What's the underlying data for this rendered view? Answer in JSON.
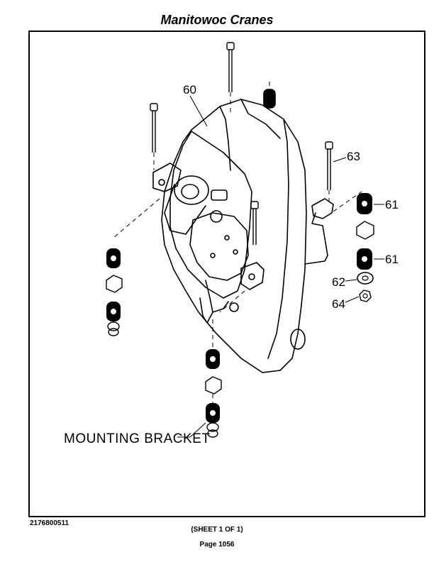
{
  "header": {
    "title": "Manitowoc Cranes"
  },
  "diagram": {
    "callouts": {
      "c60": "60",
      "c63": "63",
      "c61a": "61",
      "c61b": "61",
      "c62": "62",
      "c64": "64"
    },
    "mounting_label": "MOUNTING BRACKET"
  },
  "footer": {
    "doc_number": "2176800511",
    "sheet": "(SHEET 1 OF 1)",
    "page": "Page 1056"
  }
}
